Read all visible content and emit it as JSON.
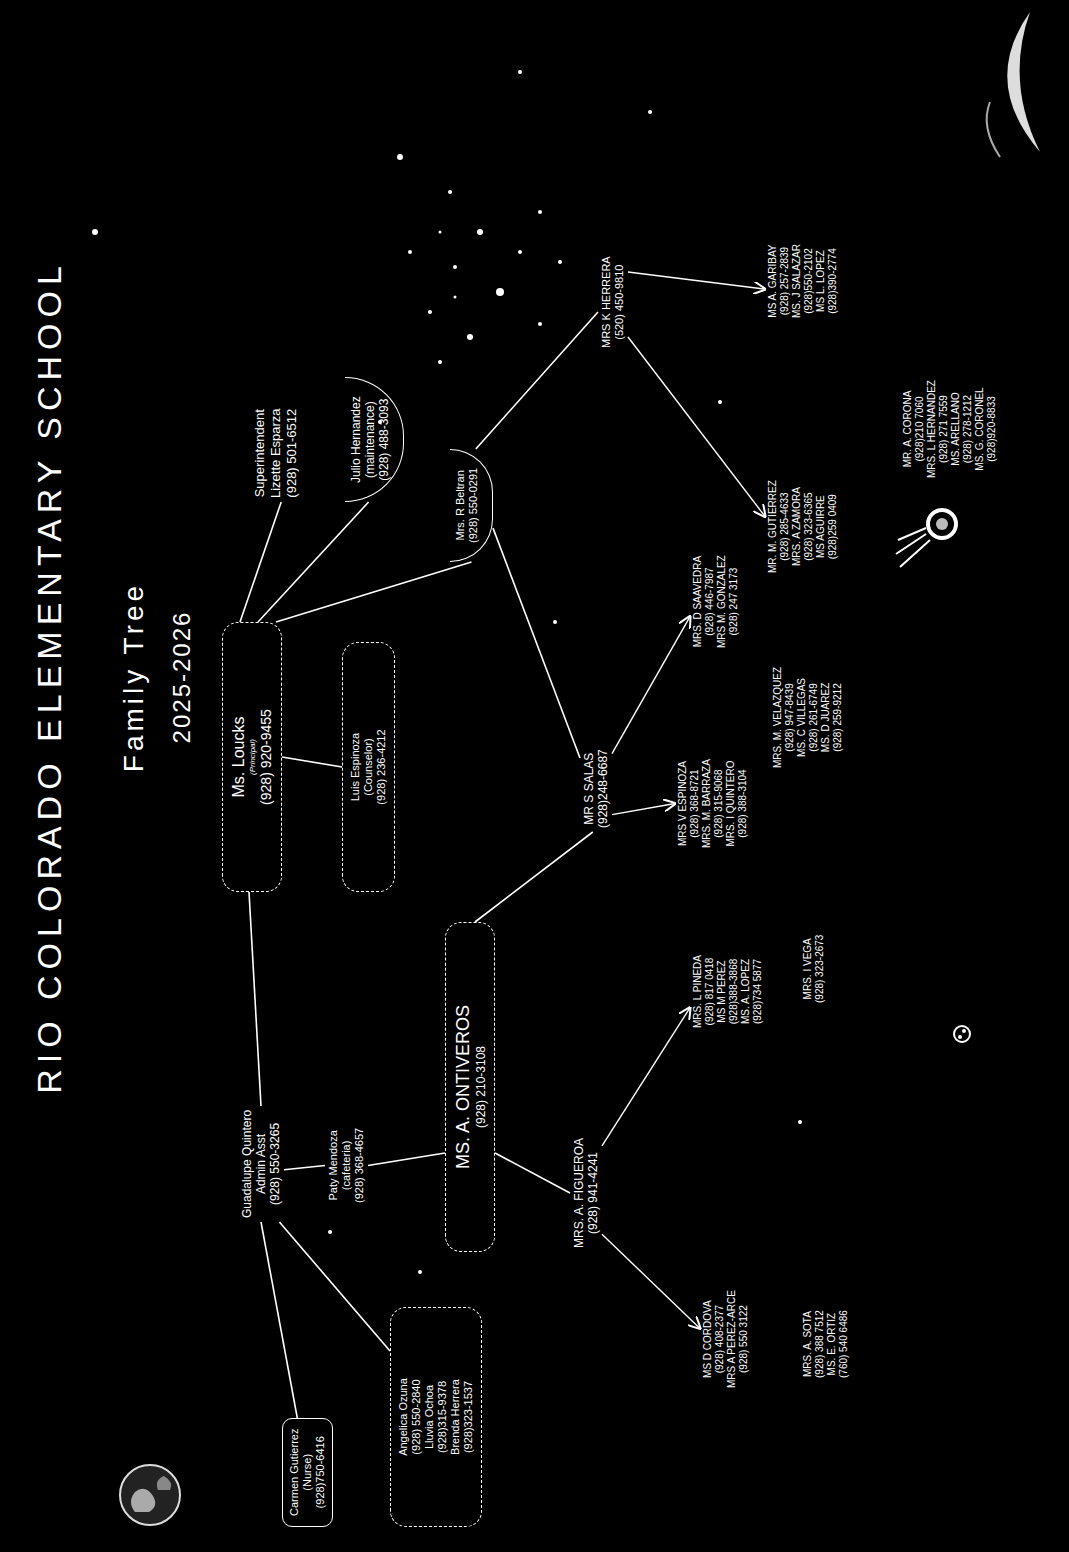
{
  "diagram": {
    "title": "RIO COLORADO ELEMENTARY SCHOOL",
    "nodes": [
      {
        "text": [
          "Guadalupe Quintero",
          "Admin Asst",
          "(928) 550-3265"
        ]
      },
      {
        "text": [
          "Ms. Loucks",
          "(Principal)",
          "(928) 920-9455"
        ]
      },
      {
        "text": [
          "Superintendent",
          "Lizette Esparza",
          "(928) 501-6512"
        ]
      },
      {
        "text": [
          "Carmen Gutierrez",
          "(Nurse)",
          "(928)750-6416"
        ]
      },
      {
        "text": [
          "Paty Mendoza",
          "(cafeteria)",
          "(928) 368-4657"
        ]
      },
      {
        "text": [
          "Luis Espinoza",
          "(Counselor)",
          "(928) 236-4212"
        ]
      },
      {
        "text": [
          "Julio Hernandez",
          "(maintenance)",
          "(928) 488-3093"
        ]
      },
      {
        "text": [
          "Angelica Ozuna",
          "(928) 550-2840",
          "Lluvia Ochoa",
          "(928)315-9378",
          "Brenda Herrera",
          "(928)323-1537"
        ]
      },
      {
        "text": [
          "Mrs. R Beltran",
          "(928) 550-0291"
        ]
      },
      {
        "text": [
          "MS. A. ONTIVEROS",
          "(928) 210-3108"
        ]
      },
      {
        "text": [
          "MRS. A. FIGUEROA",
          "(928) 941-4241"
        ]
      },
      {
        "text": [
          "MR S SALAS",
          "(928)248-6687"
        ]
      },
      {
        "text": [
          "MRS K HERRERA",
          "(520) 450-9810"
        ]
      },
      {
        "text": [
          "MS D CORDOVA",
          "(928) 408-2377",
          "MRS A PEREZ-ARCE",
          "(928) 550 3122"
        ]
      },
      {
        "text": [
          "MRS. A. SOTA",
          "(928) 388 7512",
          "MS. E. ORTIZ",
          "(760) 540 6486"
        ]
      },
      {
        "text": [
          "MRS. L PINEDA",
          "(928) 817 0418",
          "MS M PEREZ",
          "(928)388-3868",
          "MS. A. LOPEZ",
          "(928)734 5877"
        ]
      },
      {
        "text": [
          "MRS. I VEGA",
          "(928) 323-2673"
        ]
      },
      {
        "text": [
          "MRS V ESPINOZA",
          "(928) 368-8721",
          "MRS. M. BARRAZA",
          "(928) 315-9068",
          "MRS. I QUINTERO",
          "(928) 388-3104"
        ]
      },
      {
        "text": [
          "MRS. D SAAVEDRA",
          "(928) 446-7987",
          "MRS M. GONZALEZ",
          "(928) 247 3173"
        ]
      },
      {
        "text": [
          "MRS. M. VELAZQUEZ",
          "(928) 947-8439",
          "MS. C VILLEGAS",
          "(928) 261-6749",
          "MS. D JUAREZ",
          "(928) 259-9212"
        ]
      },
      {
        "text": [
          "MR. M. GUTIERREZ",
          "(928) 285-4633",
          "MRS. A ZAMORA",
          "(928) 323-6365",
          "MS AGUIRRE",
          "(928)259 0409"
        ]
      },
      {
        "text": [
          "MR. A. CORONA",
          "(928)210 7060",
          "MRS. L HERNANDEZ",
          "(928) 271 7559",
          "MS. ARELLANO",
          "(928) 278-1212",
          "MS. G. CORONEL",
          "(928)920-8833"
        ]
      },
      {
        "text": [
          "MS A. GARIBAY",
          "(928) 257-2839",
          "MS. J SALAZAR",
          "(928)550-2102",
          "MS L. LOPEZ",
          "(928)390-2774"
        ]
      }
    ],
    "edges": [
      {
        "from": 0,
        "to": 1,
        "arrow": "none"
      },
      {
        "from": 2,
        "to": 1,
        "arrow": "none"
      },
      {
        "from": 0,
        "to": 3,
        "arrow": "none"
      },
      {
        "from": 0,
        "to": 4,
        "arrow": "none"
      },
      {
        "from": 0,
        "to": 7,
        "arrow": "none"
      },
      {
        "from": 1,
        "to": 5,
        "arrow": "none"
      },
      {
        "from": 1,
        "to": 6,
        "arrow": "none"
      },
      {
        "from": 1,
        "to": 8,
        "arrow": "none"
      },
      {
        "from": 4,
        "to": 9,
        "arrow": "none"
      },
      {
        "from": 9,
        "to": 10,
        "arrow": "none"
      },
      {
        "from": 9,
        "to": 11,
        "arrow": "none"
      },
      {
        "from": 8,
        "to": 11,
        "arrow": "none"
      },
      {
        "from": 8,
        "to": 12,
        "arrow": "none"
      },
      {
        "from": 10,
        "to": 13,
        "arrow": "to"
      },
      {
        "from": 10,
        "to": 15,
        "arrow": "to"
      },
      {
        "from": 11,
        "to": 17,
        "arrow": "to"
      },
      {
        "from": 11,
        "to": 18,
        "arrow": "to"
      },
      {
        "from": 12,
        "to": 20,
        "arrow": "to"
      },
      {
        "from": 12,
        "to": 22,
        "arrow": "to"
      }
    ],
    "labels": [
      "Family Tree",
      "2025-2026"
    ]
  }
}
